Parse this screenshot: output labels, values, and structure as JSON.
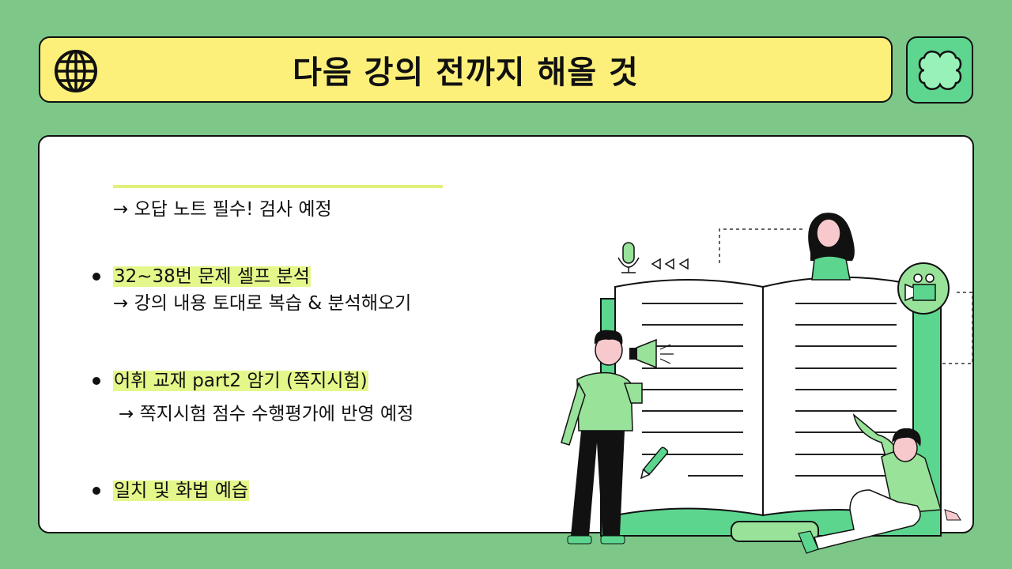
{
  "header": {
    "title": "다음 강의 전까지 해올 것",
    "left_icon": "globe-icon",
    "right_icon": "clover-icon"
  },
  "colors": {
    "background": "#7dc888",
    "header_bg": "#fcf07a",
    "accent_green": "#5fd68f",
    "light_green": "#9ee29a",
    "highlight": "#e4f78a"
  },
  "content": {
    "intro_note": "→ 오답 노트 필수! 검사 예정",
    "items": [
      {
        "title": "32~38번 문제 셀프 분석",
        "note": "→ 강의 내용 토대로 복습 & 분석해오기"
      },
      {
        "title": "어휘 교재 part2 암기 (쪽지시험)",
        "note": "→ 쪽지시험 점수 수행평가에 반영 예정"
      },
      {
        "title": "일치 및 화법 예습",
        "note": ""
      }
    ]
  },
  "illustration": {
    "description": "open book with three students, megaphone, microphone, video camera, pencil",
    "icons": [
      "microphone-icon",
      "play-back-arrows-icon",
      "video-camera-icon",
      "megaphone-icon",
      "pencil-icon"
    ]
  }
}
